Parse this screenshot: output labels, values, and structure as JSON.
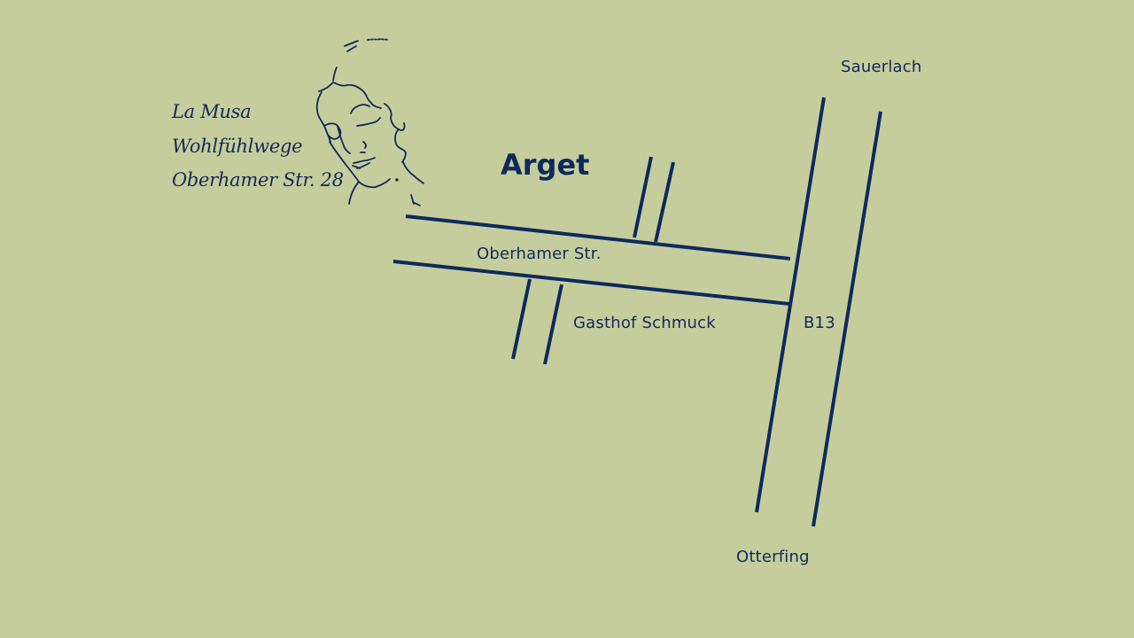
{
  "business": {
    "name": "La Musa",
    "tagline": "Wohlfühlwege",
    "address": "Oberhamer Str. 28"
  },
  "map": {
    "town_label": "Arget",
    "street_label": "Oberhamer Str.",
    "landmark_label": "Gasthof Schmuck",
    "highway_label": "B13",
    "north_destination": "Sauerlach",
    "south_destination": "Otterfing"
  },
  "colors": {
    "background": "#c6cd9c",
    "road": "#0d2a5c",
    "text": "#0d2a5c"
  },
  "icons": {
    "logo": "face-sketch-icon"
  }
}
